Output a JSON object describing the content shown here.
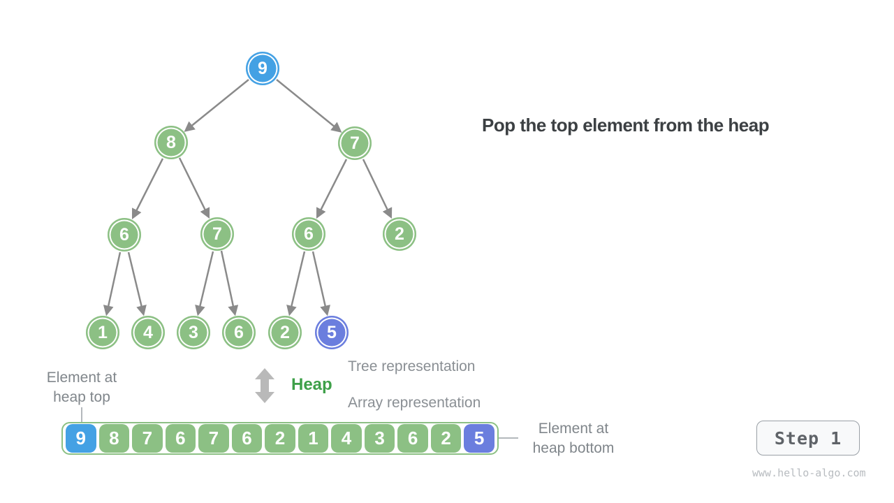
{
  "title": "Pop the top element from the heap",
  "tree": {
    "nodes": [
      {
        "value": "9",
        "variant": "blue"
      },
      {
        "value": "8",
        "variant": "green"
      },
      {
        "value": "7",
        "variant": "green"
      },
      {
        "value": "6",
        "variant": "green"
      },
      {
        "value": "7",
        "variant": "green"
      },
      {
        "value": "6",
        "variant": "green"
      },
      {
        "value": "2",
        "variant": "green"
      },
      {
        "value": "1",
        "variant": "green"
      },
      {
        "value": "4",
        "variant": "green"
      },
      {
        "value": "3",
        "variant": "green"
      },
      {
        "value": "6",
        "variant": "green"
      },
      {
        "value": "2",
        "variant": "green"
      },
      {
        "value": "5",
        "variant": "purple"
      }
    ]
  },
  "array": {
    "values": [
      "9",
      "8",
      "7",
      "6",
      "7",
      "6",
      "2",
      "1",
      "4",
      "3",
      "6",
      "2",
      "5"
    ],
    "variants": [
      "blue",
      "green",
      "green",
      "green",
      "green",
      "green",
      "green",
      "green",
      "green",
      "green",
      "green",
      "green",
      "purple"
    ]
  },
  "labels": {
    "heap": "Heap",
    "tree_representation": "Tree representation",
    "array_representation": "Array representation",
    "heap_top_line1": "Element at",
    "heap_top_line2": "heap top",
    "heap_bottom_line1": "Element at",
    "heap_bottom_line2": "heap bottom"
  },
  "step_button": {
    "label": "Step 1"
  },
  "watermark": "www.hello-algo.com",
  "colors": {
    "node_green": "#8CC084",
    "node_blue": "#44A1E4",
    "node_purple": "#6B7EDE",
    "heap_text_green": "#3EA049",
    "arrow_gray": "#8A8A8A",
    "double_arrow_gray": "#B9B9B9",
    "label_gray": "#80868B",
    "title_gray": "#3C4043"
  }
}
